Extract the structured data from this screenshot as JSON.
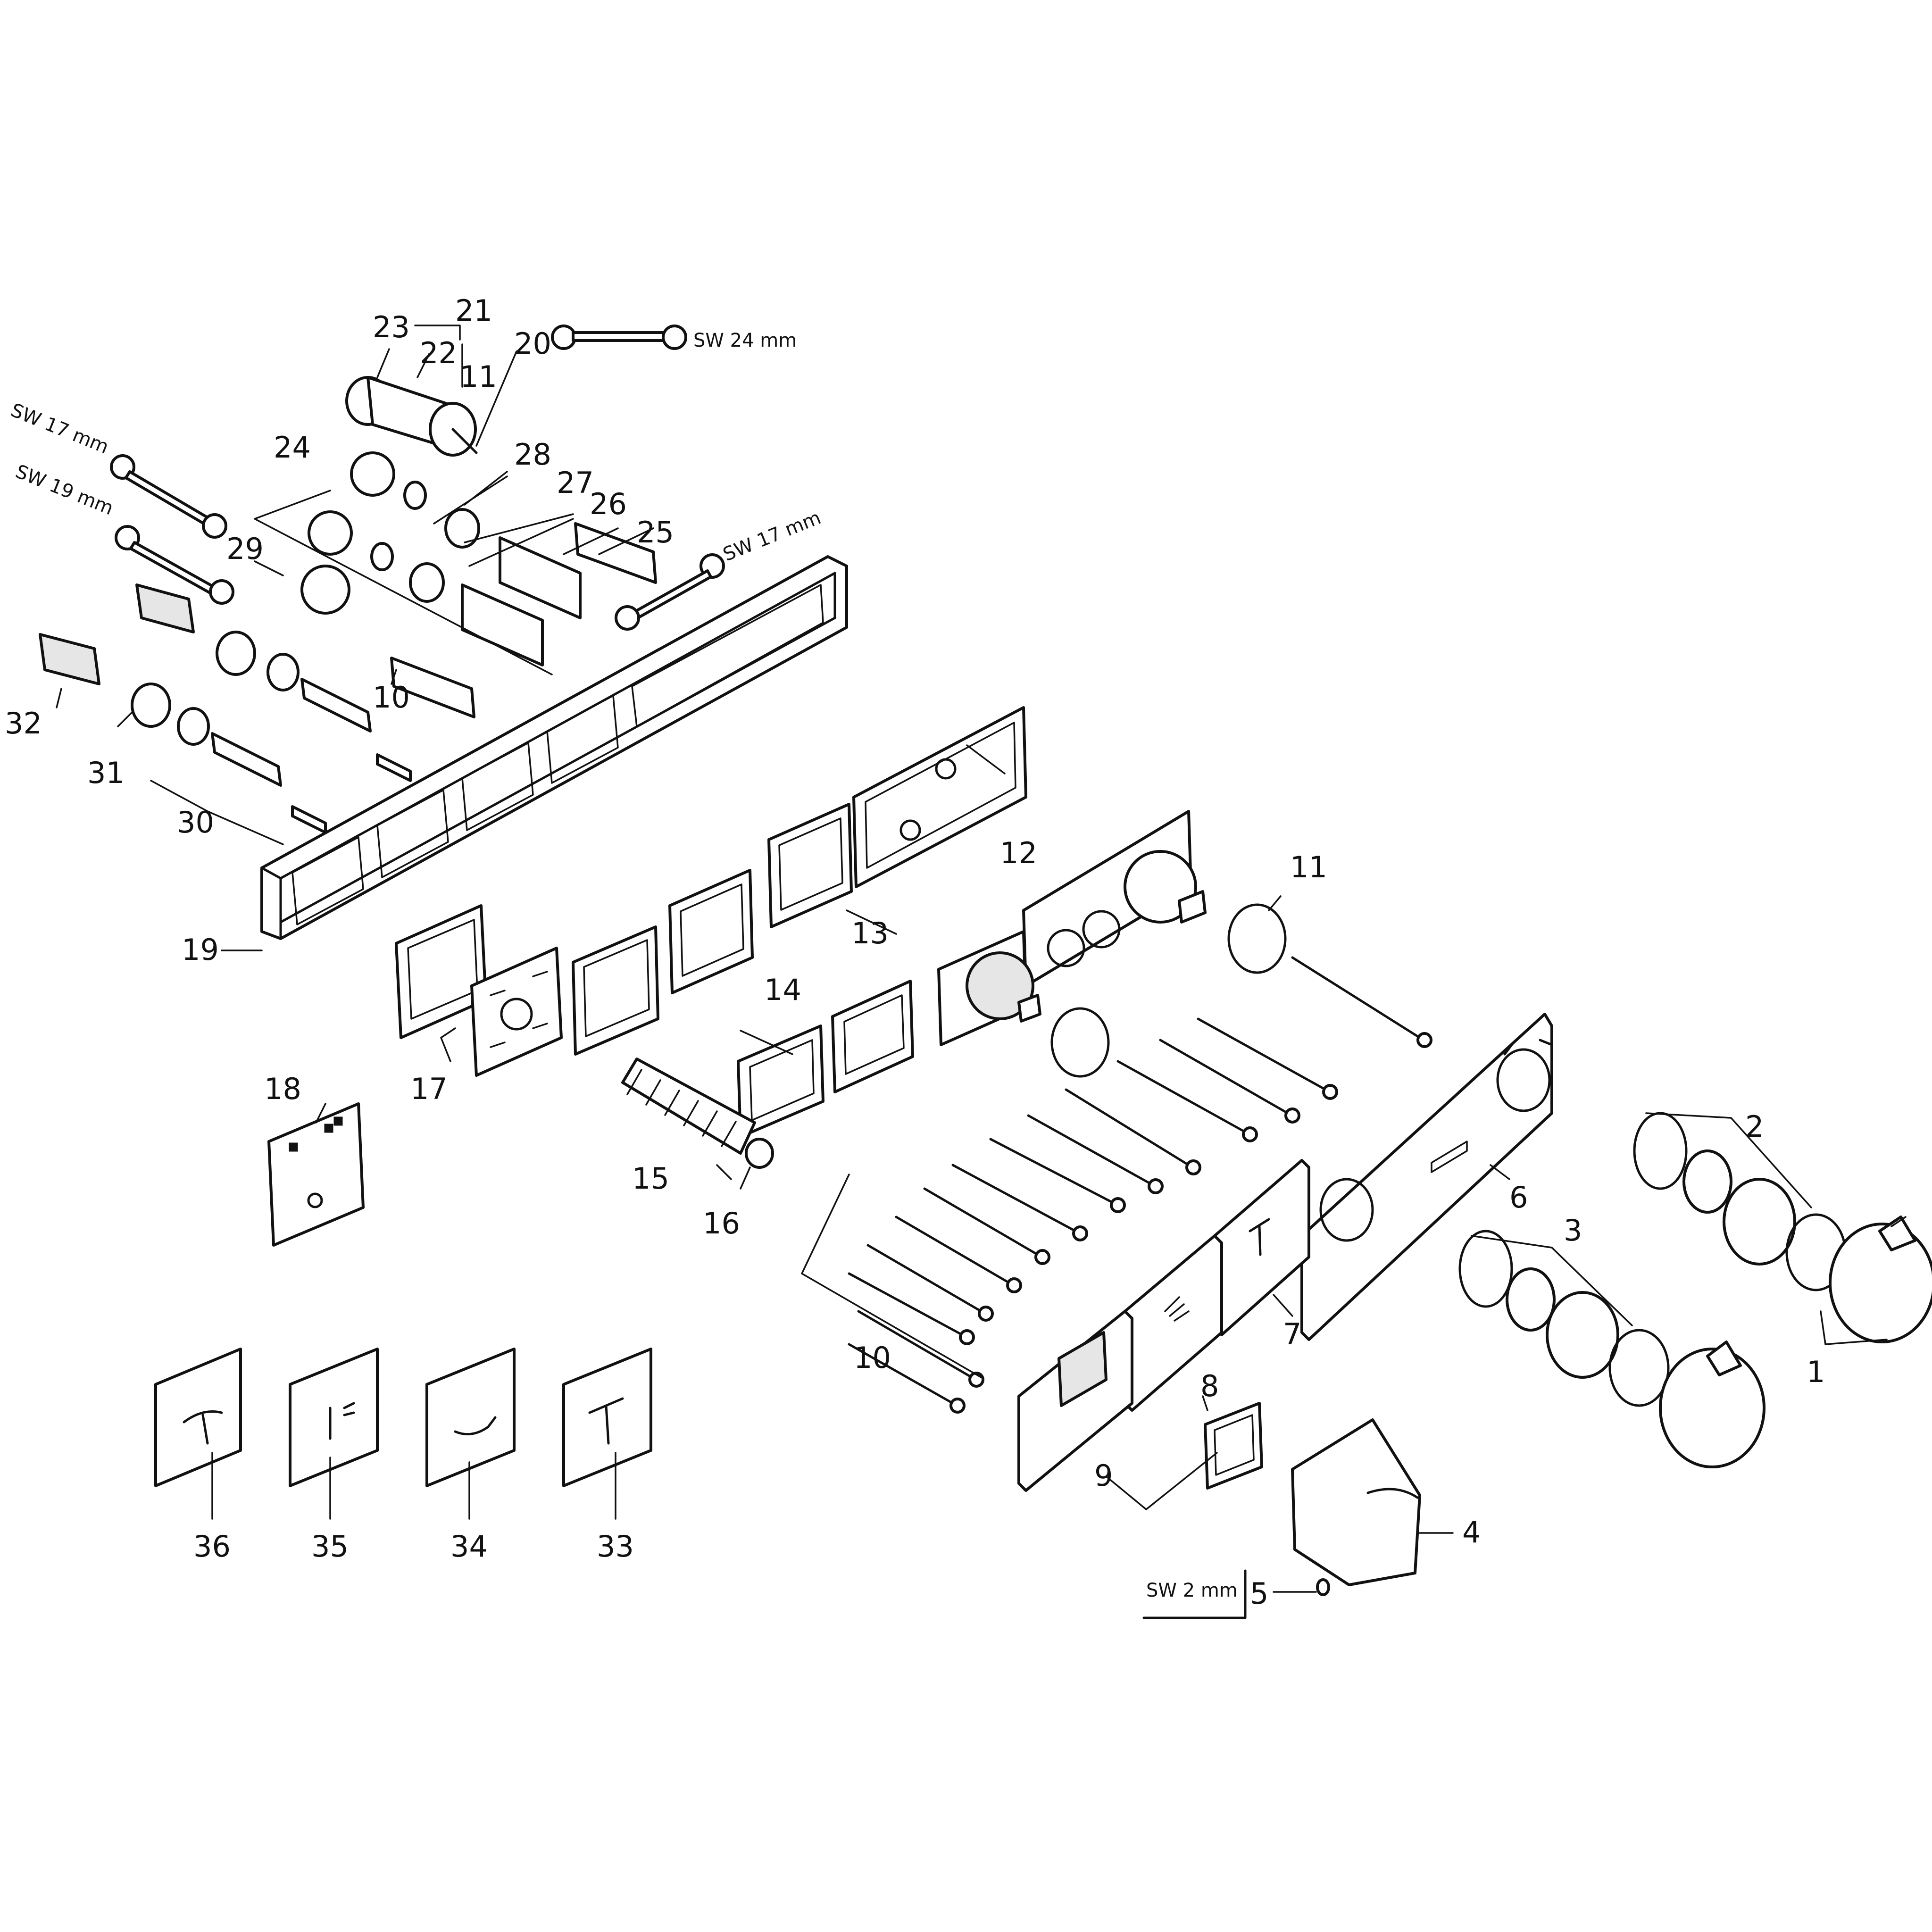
{
  "callouts": [
    {
      "id": "n1",
      "text": "1"
    },
    {
      "id": "n2",
      "text": "2"
    },
    {
      "id": "n3",
      "text": "3"
    },
    {
      "id": "n4",
      "text": "4"
    },
    {
      "id": "n5",
      "text": "5"
    },
    {
      "id": "n6",
      "text": "6"
    },
    {
      "id": "n7",
      "text": "7"
    },
    {
      "id": "n8",
      "text": "8"
    },
    {
      "id": "n9",
      "text": "9"
    },
    {
      "id": "n10a",
      "text": "10"
    },
    {
      "id": "n10b",
      "text": "10"
    },
    {
      "id": "n11a",
      "text": "11"
    },
    {
      "id": "n11b",
      "text": "11"
    },
    {
      "id": "n12",
      "text": "12"
    },
    {
      "id": "n13",
      "text": "13"
    },
    {
      "id": "n14",
      "text": "14"
    },
    {
      "id": "n15",
      "text": "15"
    },
    {
      "id": "n16",
      "text": "16"
    },
    {
      "id": "n17",
      "text": "17"
    },
    {
      "id": "n18",
      "text": "18"
    },
    {
      "id": "n19",
      "text": "19"
    },
    {
      "id": "n20",
      "text": "20"
    },
    {
      "id": "n21",
      "text": "21"
    },
    {
      "id": "n22",
      "text": "22"
    },
    {
      "id": "n23",
      "text": "23"
    },
    {
      "id": "n24",
      "text": "24"
    },
    {
      "id": "n25",
      "text": "25"
    },
    {
      "id": "n26",
      "text": "26"
    },
    {
      "id": "n27",
      "text": "27"
    },
    {
      "id": "n28",
      "text": "28"
    },
    {
      "id": "n29",
      "text": "29"
    },
    {
      "id": "n30",
      "text": "30"
    },
    {
      "id": "n31",
      "text": "31"
    },
    {
      "id": "n32",
      "text": "32"
    },
    {
      "id": "n33",
      "text": "33"
    },
    {
      "id": "n34",
      "text": "34"
    },
    {
      "id": "n35",
      "text": "35"
    },
    {
      "id": "n36",
      "text": "36"
    }
  ],
  "tool_labels": {
    "sw24": "SW 24 mm",
    "sw17_left": "SW 17 mm",
    "sw19": "SW 19 mm",
    "sw17_right": "SW 17 mm",
    "sw2": "SW 2 mm"
  }
}
